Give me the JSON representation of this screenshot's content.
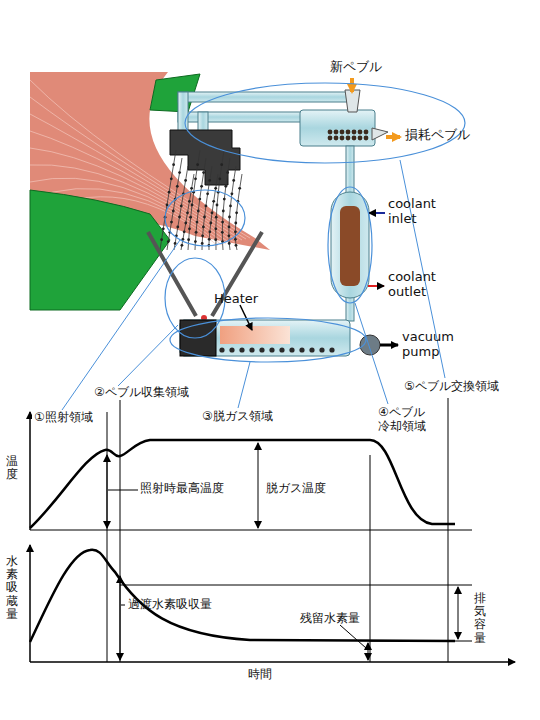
{
  "diagram": {
    "labels": [
      "新ペブル",
      "損耗ペブル",
      "coolant inlet",
      "coolant outlet",
      "Heater",
      "vacuum pump",
      "①照射領域",
      "②ペブル収集領域",
      "③脱ガス領域",
      "④ペブル 冷却領域",
      "⑤ペブル交換領域",
      "温度",
      "照射時最高温度",
      "脱ガス温度",
      "水素吸蔵量",
      "過渡水素吸収量",
      "残留水素量",
      "排気容量",
      "時間"
    ]
  }
}
